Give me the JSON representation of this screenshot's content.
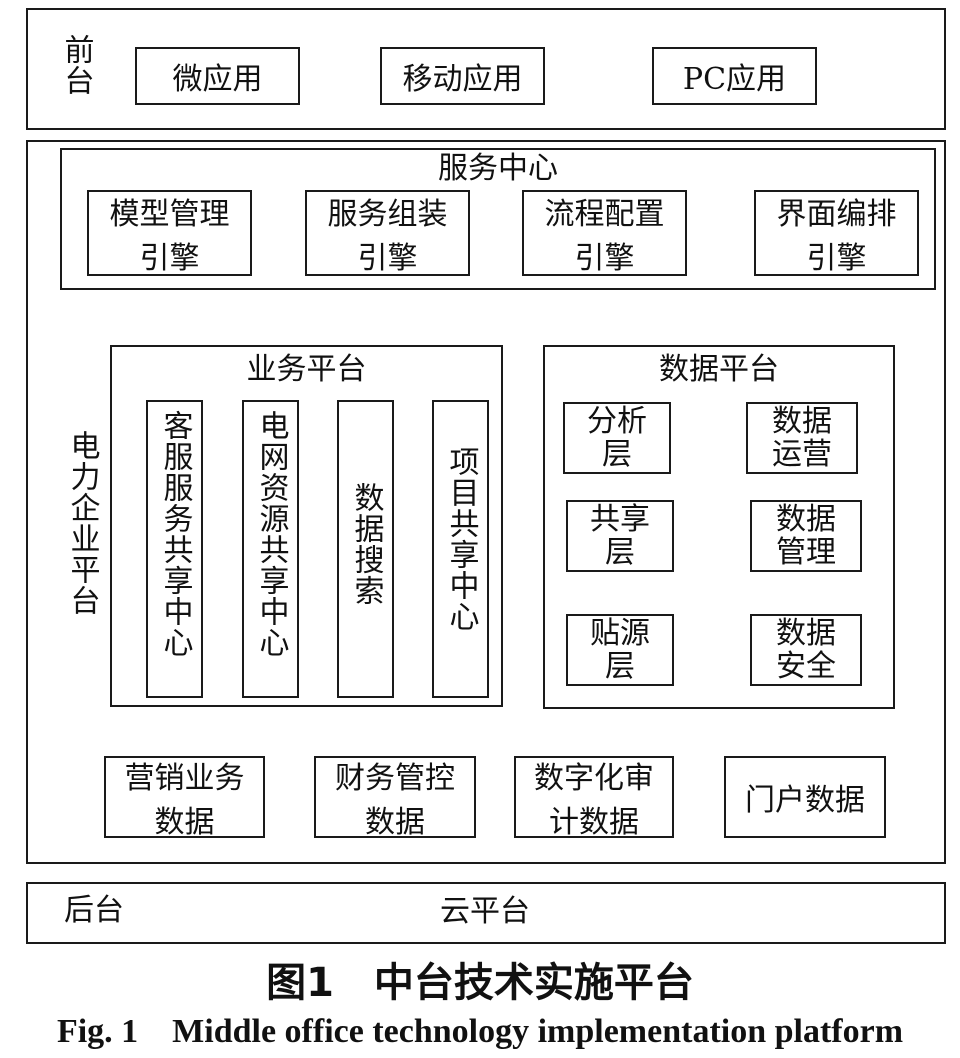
{
  "front": {
    "label": "前台",
    "apps": [
      "微应用",
      "移动应用",
      "PC应用"
    ]
  },
  "enterprise": {
    "label": "电力企业平台",
    "service_center": {
      "title": "服务中心",
      "engines": [
        "模型管理\n引擎",
        "服务组装\n引擎",
        "流程配置\n引擎",
        "界面编排\n引擎"
      ]
    },
    "business_platform": {
      "title": "业务平台",
      "items": [
        "客服服务共享中心",
        "电网资源共享中心",
        "数据搜索",
        "项目共享中心"
      ]
    },
    "data_platform": {
      "title": "数据平台",
      "items": [
        "分析\n层",
        "数据\n运营",
        "共享\n层",
        "数据\n管理",
        "贴源\n层",
        "数据\n安全"
      ]
    },
    "data_items": [
      "营销业务\n数据",
      "财务管控\n数据",
      "数字化审\n计数据",
      "门户数据"
    ]
  },
  "back": {
    "label": "后台",
    "cloud": "云平台"
  },
  "caption": {
    "cn": "图1　中台技术实施平台",
    "en": "Fig. 1　Middle office technology implementation platform"
  }
}
